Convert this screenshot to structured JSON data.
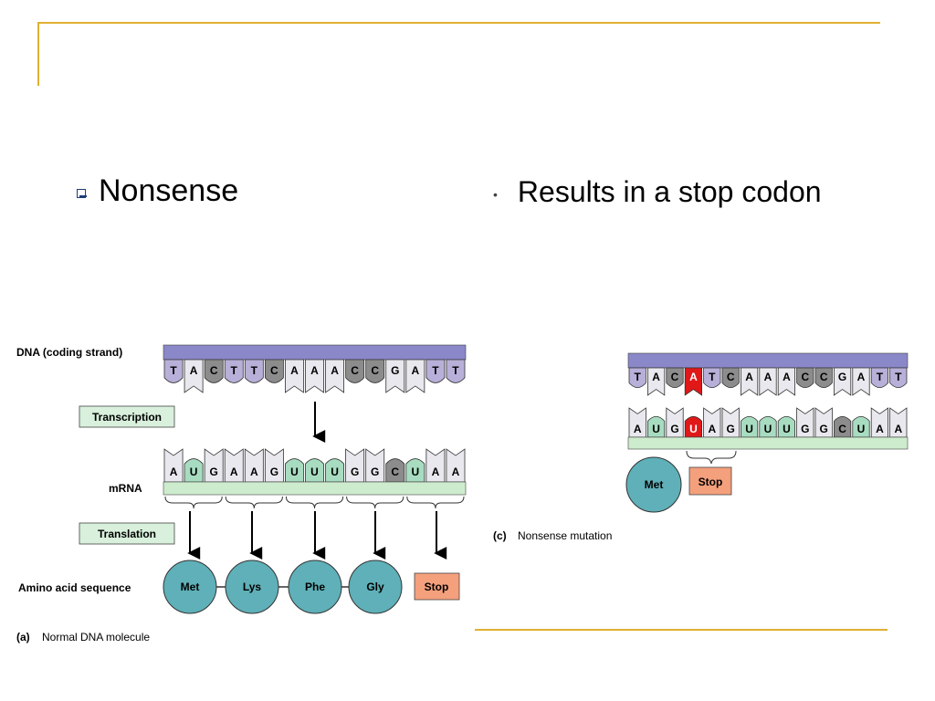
{
  "slide": {
    "bullet_left": "Nonsense",
    "bullet_right": "Results in a stop codon"
  },
  "diagram_a": {
    "dna_label": "DNA (coding strand)",
    "dna": [
      "T",
      "A",
      "C",
      "T",
      "T",
      "C",
      "A",
      "A",
      "A",
      "C",
      "C",
      "G",
      "A",
      "T",
      "T"
    ],
    "transcription_label": "Transcription",
    "mrna_label": "mRNA",
    "mrna": [
      "A",
      "U",
      "G",
      "A",
      "A",
      "G",
      "U",
      "U",
      "U",
      "G",
      "G",
      "C",
      "U",
      "A",
      "A"
    ],
    "translation_label": "Translation",
    "aa_label": "Amino acid sequence",
    "amino_acids": [
      "Met",
      "Lys",
      "Phe",
      "Gly"
    ],
    "stop_label": "Stop",
    "caption_tag": "(a)",
    "caption_text": "Normal DNA molecule"
  },
  "diagram_c": {
    "dna": [
      "T",
      "A",
      "C",
      "A",
      "T",
      "C",
      "A",
      "A",
      "A",
      "C",
      "C",
      "G",
      "A",
      "T",
      "T"
    ],
    "mrna": [
      "A",
      "U",
      "G",
      "U",
      "A",
      "G",
      "U",
      "U",
      "U",
      "G",
      "G",
      "C",
      "U",
      "A",
      "A"
    ],
    "mutated_index": 3,
    "amino_acids": [
      "Met"
    ],
    "stop_label": "Stop",
    "caption_tag": "(c)",
    "caption_text": "Nonsense mutation"
  },
  "colors": {
    "accent_line": "#e0b030",
    "backbone_dna": "#8a88c8",
    "backbone_rna": "#cdeccd",
    "purine": "#e8e8ee",
    "pyrimidine_T": "#b8b0d8",
    "pyrimidine_C": "#8c8c8c",
    "pyrimidine_U": "#a8dcc0",
    "amino": "#5fb0b8",
    "stop": "#f4a07c",
    "mutation": "#e01818",
    "label_box": "#d8f0dc"
  }
}
